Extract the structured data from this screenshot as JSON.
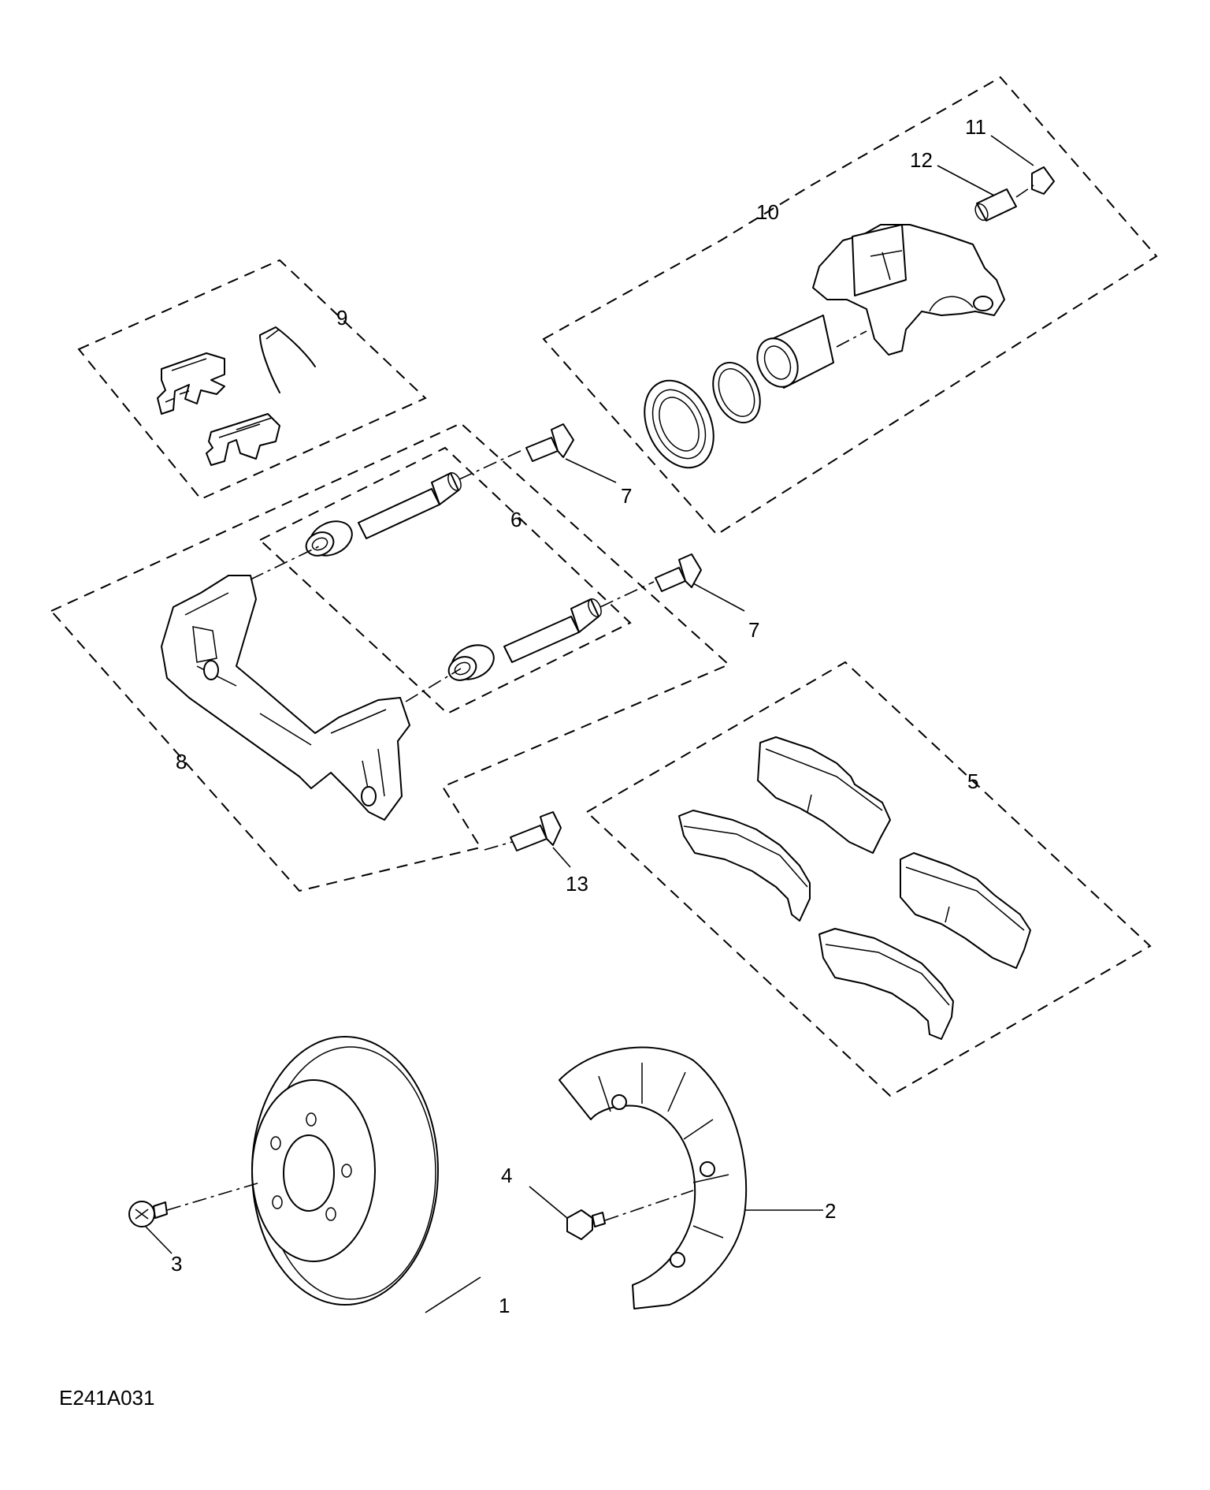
{
  "diagram": {
    "reference_code": "E241A031",
    "callouts": {
      "c1": "1",
      "c2": "2",
      "c3": "3",
      "c4": "4",
      "c5": "5",
      "c6": "6",
      "c7a": "7",
      "c7b": "7",
      "c8": "8",
      "c9": "9",
      "c10": "10",
      "c11": "11",
      "c12": "12",
      "c13": "13"
    }
  }
}
